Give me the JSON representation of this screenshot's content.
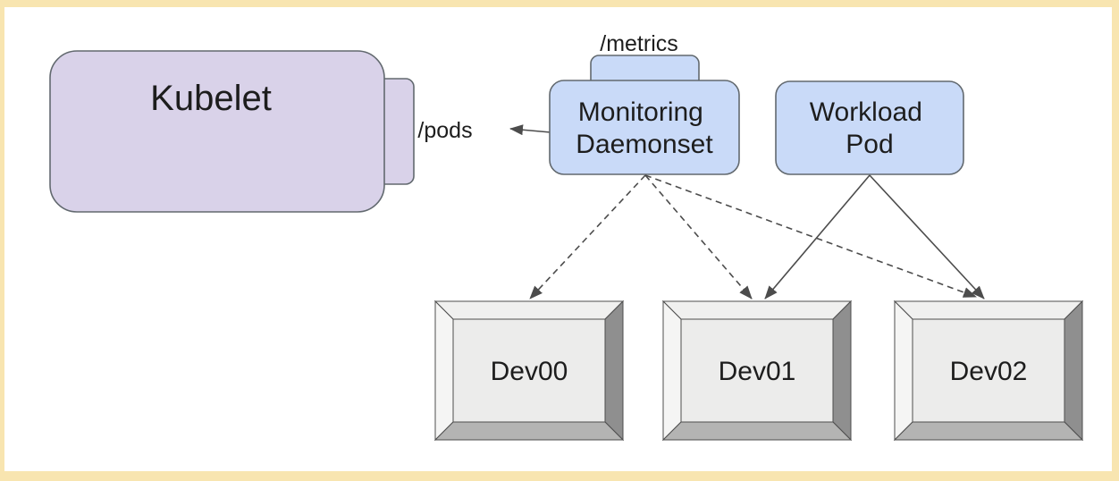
{
  "diagram": {
    "nodes": {
      "kubelet": {
        "label": "Kubelet"
      },
      "monitoring_daemonset": {
        "line1": "Monitoring",
        "line2": "Daemonset"
      },
      "workload_pod": {
        "line1": "Workload",
        "line2": "Pod"
      },
      "dev00": {
        "label": "Dev00"
      },
      "dev01": {
        "label": "Dev01"
      },
      "dev02": {
        "label": "Dev02"
      }
    },
    "endpoints": {
      "pods": "/pods",
      "metrics": "/metrics"
    },
    "edges": [
      {
        "from": "monitoring_daemonset",
        "to": "kubelet-pods-endpoint",
        "style": "solid-arrow"
      },
      {
        "from": "monitoring_daemonset",
        "to": "dev00",
        "style": "dashed-arrow"
      },
      {
        "from": "monitoring_daemonset",
        "to": "dev01",
        "style": "dashed-arrow"
      },
      {
        "from": "monitoring_daemonset",
        "to": "dev02",
        "style": "dashed-arrow"
      },
      {
        "from": "workload_pod",
        "to": "dev01",
        "style": "solid-arrow"
      },
      {
        "from": "workload_pod",
        "to": "dev02",
        "style": "solid-arrow"
      }
    ],
    "colors": {
      "page_border": "#f8e5b0",
      "kubelet_fill": "#d9d2e9",
      "pod_fill": "#c9daf8",
      "node_stroke": "#62696f",
      "arrow": "#4c4c4c",
      "frame_top": "#f0f0ef",
      "frame_left": "#f5f5f4",
      "frame_right": "#8f8f8f",
      "frame_bottom": "#b4b4b3",
      "frame_face": "#ececeb"
    }
  }
}
